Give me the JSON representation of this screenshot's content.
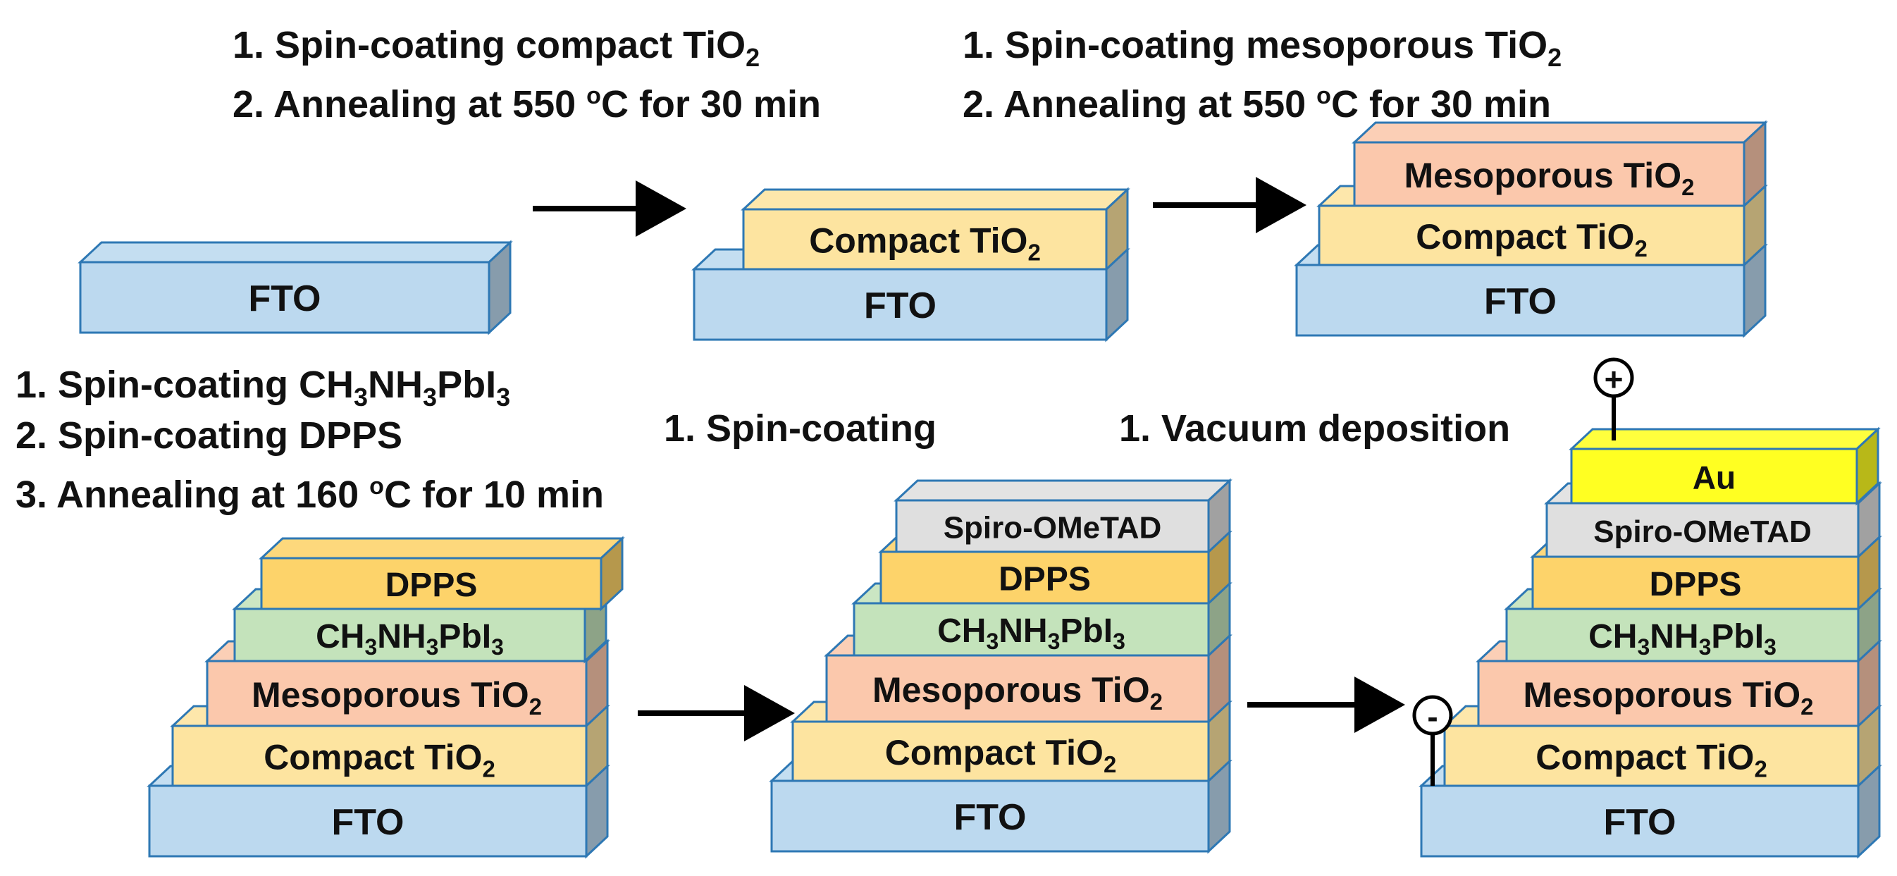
{
  "colors": {
    "fto": "#bcd9ef",
    "compact": "#fde4a0",
    "mesoporous": "#fbc8ac",
    "perovskite": "#c4e3bb",
    "dpps": "#fdd36a",
    "spiro": "#dfdfdf",
    "au": "#ffff22",
    "edge": "#2e78b4",
    "dpps_text": "#ff1a1a",
    "text": "#111111"
  },
  "layers": {
    "fto": "FTO",
    "compact": {
      "main": "Compact TiO",
      "sub": "2"
    },
    "mesoporous": {
      "main": "Mesoporous TiO",
      "sub": "2"
    },
    "perovskite": {
      "p1": "CH",
      "s1": "3",
      "p2": "NH",
      "s2": "3",
      "p3": "PbI",
      "s3": "3"
    },
    "dpps": "DPPS",
    "spiro": "Spiro-OMeTAD",
    "au": "Au"
  },
  "terminals": {
    "positive": "+",
    "negative": "-"
  },
  "steps": {
    "s1": {
      "line1": {
        "text": "1. Spin-coating compact TiO",
        "sub": "2"
      },
      "line2": {
        "pre": "2. Annealing at 550 ",
        "sup": "o",
        "post": "C for 30 min"
      }
    },
    "s2": {
      "line1": {
        "text": "1. Spin-coating mesoporous TiO",
        "sub": "2"
      },
      "line2": {
        "pre": "2. Annealing at 550 ",
        "sup": "o",
        "post": "C for 30 min"
      }
    },
    "s3": {
      "line1": {
        "pre": "1. Spin-coating CH",
        "s1": "3",
        "mid1": "NH",
        "s2": "3",
        "mid2": "PbI",
        "s3": "3"
      },
      "line2": "2. Spin-coating DPPS",
      "line3": {
        "pre": "3. Annealing at 160 ",
        "sup": "o",
        "post": "C for 10 min"
      }
    },
    "s4": {
      "line1": "1. Spin-coating"
    },
    "s5": {
      "line1": "1. Vacuum deposition"
    }
  }
}
